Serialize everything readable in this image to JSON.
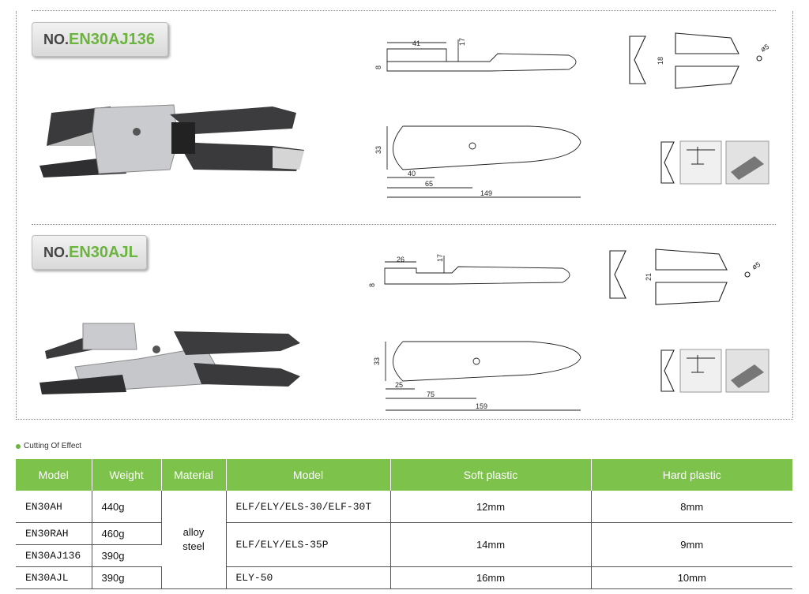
{
  "products": [
    {
      "prefix": "NO.",
      "code": "EN30AJ136",
      "dims": {
        "side_w": "41",
        "side_h": "17",
        "thick": "8",
        "top_h": "33",
        "d1": "40",
        "d2": "65",
        "total": "149",
        "v_h": "18",
        "hole": "ø5"
      }
    },
    {
      "prefix": "NO.",
      "code": "EN30AJL",
      "dims": {
        "side_w": "26",
        "side_h": "17",
        "thick": "8",
        "top_h": "33",
        "d1": "25",
        "d2": "75",
        "total": "159",
        "v_h": "21",
        "hole": "ø5"
      }
    }
  ],
  "section_caption": "Cutting Of Effect",
  "table": {
    "left_headers": [
      "Model",
      "Weight",
      "Material"
    ],
    "right_headers": [
      "Model",
      "Soft plastic",
      "Hard plastic"
    ],
    "left_rows": [
      {
        "model": "EN30AH",
        "weight": "440g"
      },
      {
        "model": "EN30RAH",
        "weight": "460g"
      },
      {
        "model": "EN30AJ136",
        "weight": "390g"
      },
      {
        "model": "EN30AJL",
        "weight": "390g"
      }
    ],
    "material_line1": "alloy",
    "material_line2": "steel",
    "right_rows": [
      {
        "model": "ELF/ELY/ELS-30/ELF-30T",
        "soft": "12mm",
        "hard": "8mm"
      },
      {
        "model": "ELF/ELY/ELS-35P",
        "soft": "14mm",
        "hard": "9mm"
      },
      {
        "model": "ELY-50",
        "soft": "16mm",
        "hard": "10mm"
      }
    ]
  },
  "colors": {
    "accent": "#7dc24b",
    "code_green": "#6cb33f"
  }
}
